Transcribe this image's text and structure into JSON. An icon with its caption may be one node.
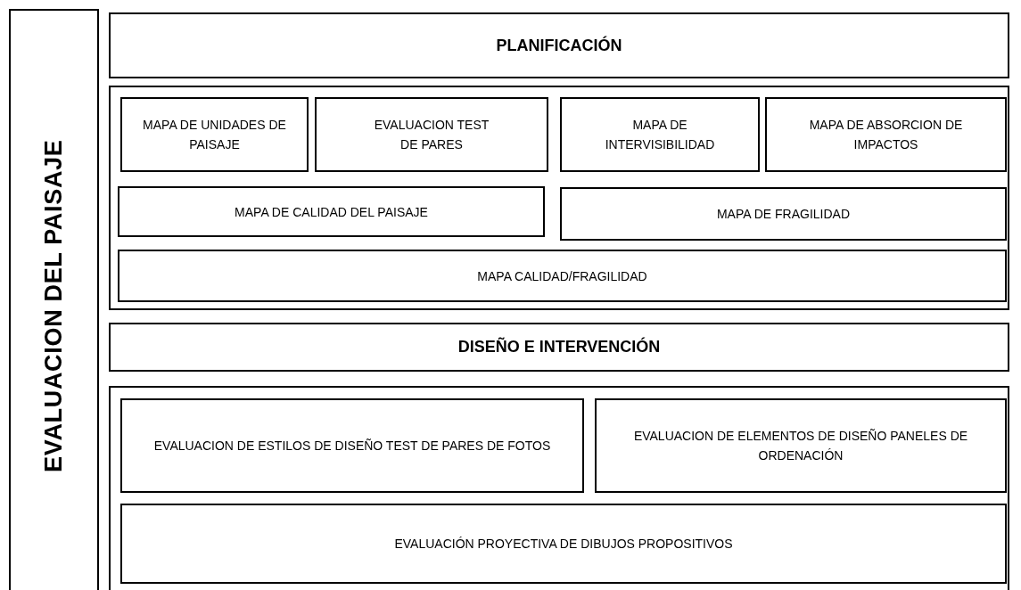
{
  "diagram": {
    "nodes": [
      {
        "text": [
          "EVALUACION DEL PAISAJE"
        ]
      },
      {
        "text": [
          "PLANIFICACIÓN"
        ]
      },
      {
        "text": [],
        "shape": "box"
      },
      {
        "text": [
          "MAPA DE UNIDADES DE PAISAJE"
        ],
        "in": 2
      },
      {
        "text": [
          "EVALUACION TEST DE PARES"
        ],
        "in": 2
      },
      {
        "text": [
          "MAPA DE INTERVISIBILIDAD"
        ],
        "in": 2
      },
      {
        "text": [
          "MAPA DE ABSORCION DE IMPACTOS"
        ],
        "in": 2
      },
      {
        "text": [
          "MAPA DE CALIDAD DEL PAISAJE"
        ],
        "in": 2
      },
      {
        "text": [
          "MAPA DE FRAGILIDAD"
        ],
        "in": 2
      },
      {
        "text": [
          "MAPA CALIDAD/FRAGILIDAD"
        ],
        "in": 2
      },
      {
        "text": [
          "DISEÑO E INTERVENCIÓN"
        ]
      },
      {
        "text": [],
        "shape": "box"
      },
      {
        "text": [
          "EVALUACION DE ESTILOS DE DISEÑO TEST DE PARES DE FOTOS"
        ],
        "in": 11
      },
      {
        "text": [
          "EVALUACION DE ELEMENTOS DE DISEÑO PANELES DE ORDENACIÓN"
        ],
        "in": 11
      },
      {
        "text": [
          "EVALUACIÓN PROYECTIVA DE DIBUJOS PROPOSITIVOS"
        ],
        "in": 11
      }
    ]
  }
}
